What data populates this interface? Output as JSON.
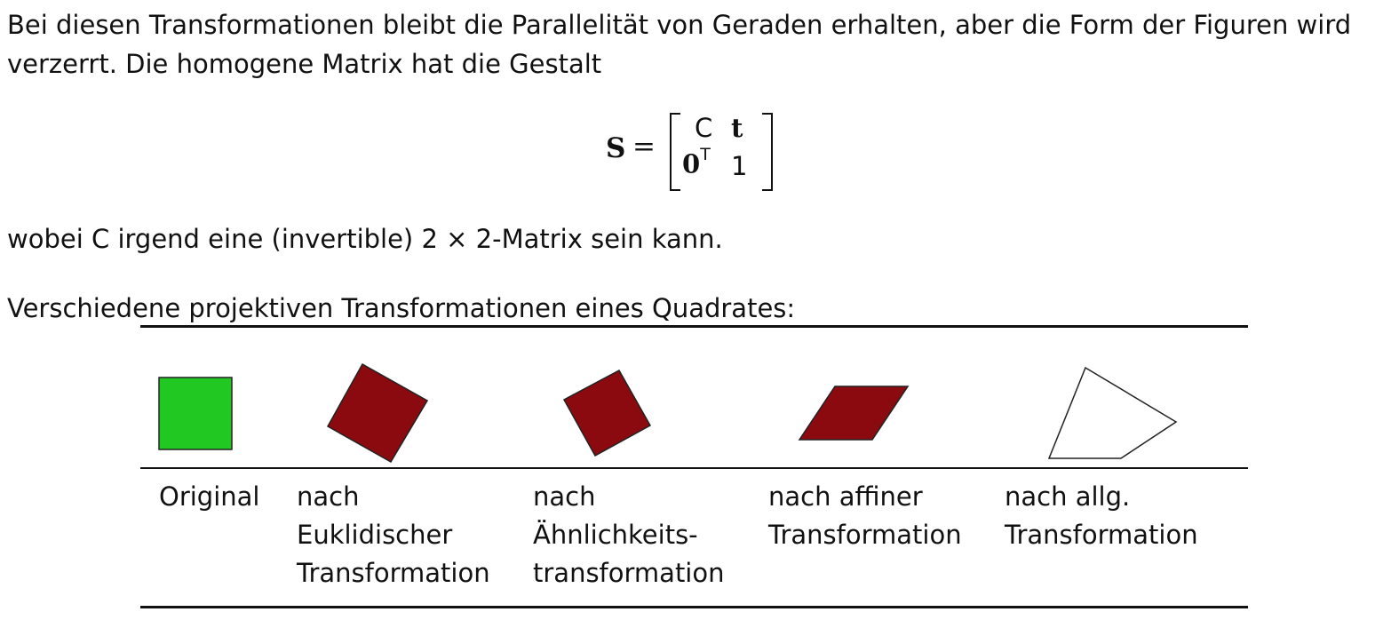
{
  "paragraphs": {
    "intro_line1": "Bei diesen Transformationen bleibt die Parallelität von Geraden erhalten, aber die Form der Figuren wird",
    "intro_line2": "verzerrt. Die homogene Matrix hat die Gestalt",
    "after_matrix": "wobei C irgend eine (invertible) 2 × 2-Matrix sein kann.",
    "table_intro": "Verschiedene projektiven Transformationen eines Quadrates:"
  },
  "matrix": {
    "name": "S",
    "equals": "=",
    "r1c1": "C",
    "r1c2": "t",
    "r2c1": "0",
    "r2c1_sup": "T",
    "r2c2": "1"
  },
  "table": {
    "columns": [
      {
        "lines": [
          "Original"
        ],
        "fill": "#22c822"
      },
      {
        "lines": [
          "nach",
          "Euklidischer",
          "Transformation"
        ],
        "fill": "#8b0a10"
      },
      {
        "lines": [
          "nach",
          "Ähnlichkeits-",
          "transformation"
        ],
        "fill": "#8b0a10"
      },
      {
        "lines": [
          "nach affiner",
          "Transformation"
        ],
        "fill": "#8b0a10"
      },
      {
        "lines": [
          "nach allg.",
          "Transformation"
        ],
        "fill": "#ffffff"
      }
    ]
  }
}
